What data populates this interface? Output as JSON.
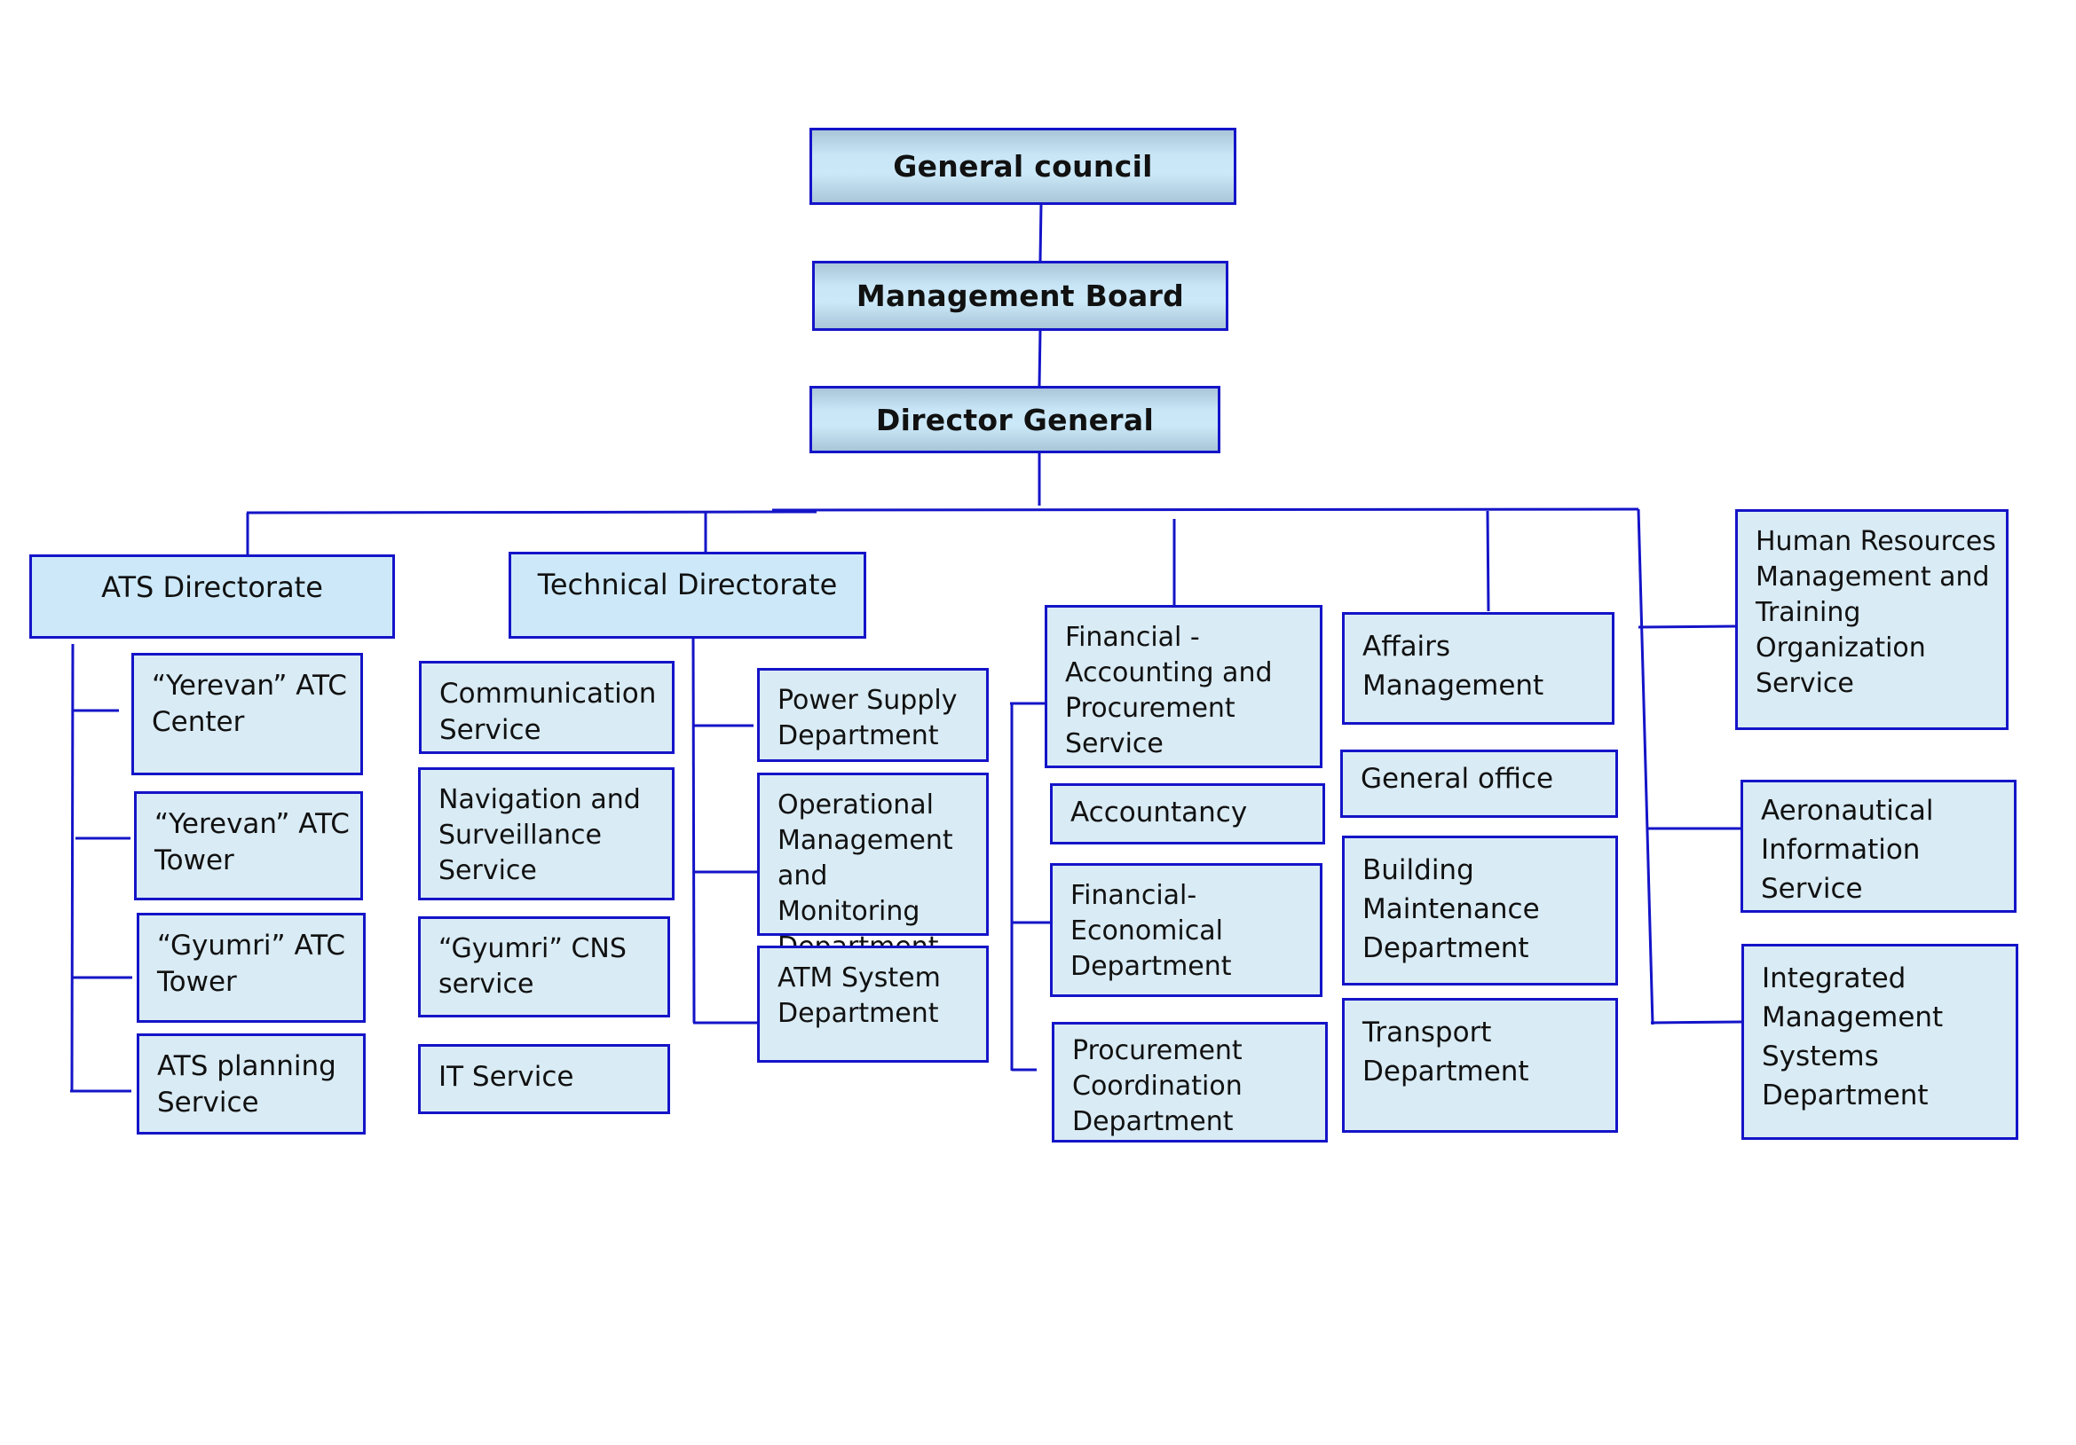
{
  "chart_title": "",
  "top": {
    "general_council": "General council",
    "management_board": "Management Board",
    "director_general": "Director General"
  },
  "ats": {
    "title": "ATS Directorate",
    "units": [
      "“Yerevan” ATC\nCenter",
      "“Yerevan” ATC\nTower",
      "“Gyumri” ATC\nTower",
      "ATS planning\nService"
    ]
  },
  "technical": {
    "title": "Technical Directorate",
    "services": [
      "Communication\nService",
      "Navigation and\nSurveillance\nService",
      "“Gyumri” CNS\nservice",
      "IT Service"
    ],
    "departments": [
      "Power Supply\nDepartment",
      "Operational\nManagement\nand Monitoring\nDepartment",
      "ATM System\nDepartment"
    ]
  },
  "financial": {
    "title": "Financial -\nAccounting and\nProcurement\nService",
    "units": [
      "Accountancy",
      "Financial-\nEconomical\nDepartment",
      "Procurement\nCoordination\nDepartment"
    ]
  },
  "affairs": {
    "title": "Affairs\nManagement",
    "units": [
      "General office",
      "Building\nMaintenance\nDepartment",
      "Transport\nDepartment"
    ]
  },
  "direct_reports": [
    "Human Resources\nManagement and\nTraining\nOrganization\nService",
    "Aeronautical\nInformation\nService",
    "Integrated\nManagement\nSystems\nDepartment"
  ],
  "colors": {
    "border": "#1414c8",
    "box_fill": "#d9ebf4",
    "directorate_fill": "#cde9f9"
  }
}
